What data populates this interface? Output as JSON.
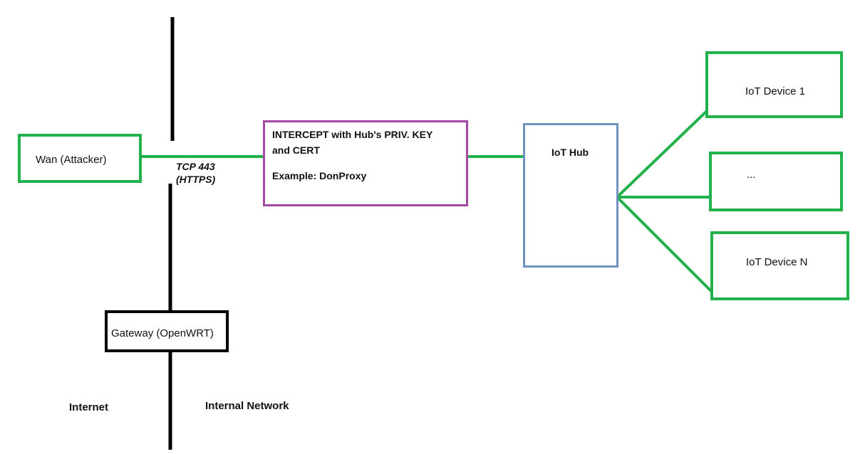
{
  "nodes": {
    "wan": "Wan (Attacker)",
    "intercept_line1": "INTERCEPT with Hub's PRIV. KEY",
    "intercept_line2": "and CERT",
    "intercept_example": "Example: DonProxy",
    "hub": "IoT Hub",
    "device1": "IoT Device 1",
    "device_ellipsis": "...",
    "deviceN": "IoT Device N",
    "gateway": "Gateway (OpenWRT)"
  },
  "labels": {
    "tcp_line1": "TCP 443",
    "tcp_line2": "(HTTPS)",
    "internet": "Internet",
    "internal": "Internal Network"
  },
  "colors": {
    "green": "#22b14c",
    "purple": "#a349a4",
    "blue": "#7092be",
    "black": "#000000"
  }
}
